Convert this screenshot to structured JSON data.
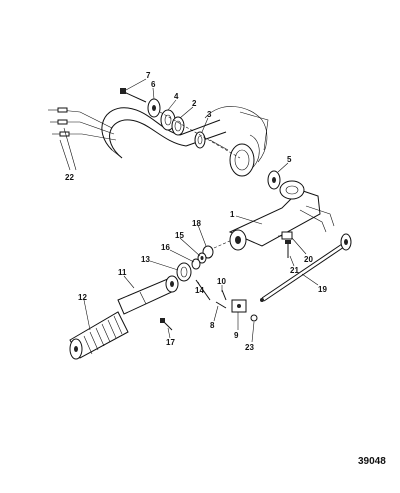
{
  "diagram": {
    "figure_number": "39048",
    "callouts": [
      "1",
      "2",
      "3",
      "4",
      "5",
      "6",
      "7",
      "8",
      "9",
      "10",
      "11",
      "12",
      "13",
      "14",
      "15",
      "16",
      "17",
      "18",
      "19",
      "20",
      "21",
      "22",
      "23"
    ]
  }
}
